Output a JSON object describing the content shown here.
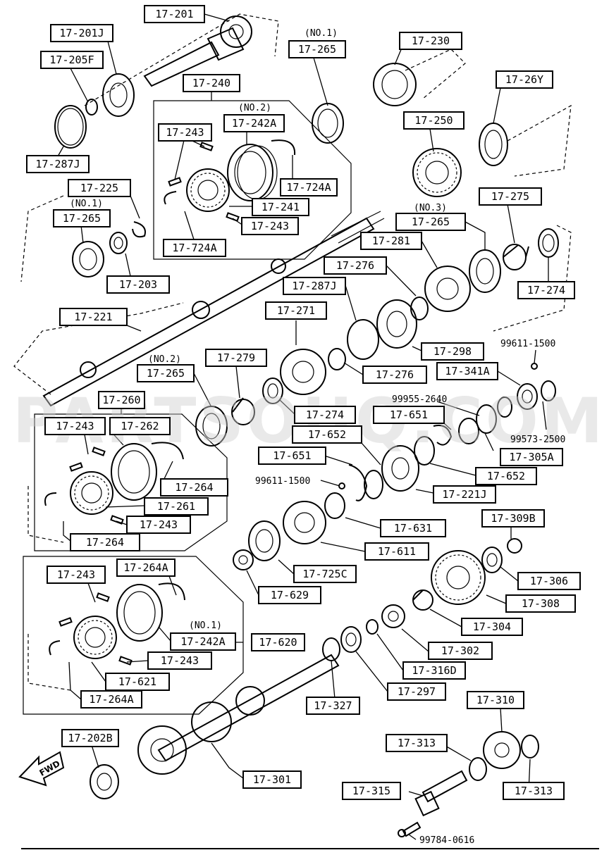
{
  "watermark": "PARTSOUQ.COM",
  "fwd_label": "FWD",
  "callouts": [
    {
      "id": "c17201",
      "text": "17-201"
    },
    {
      "id": "c17201J",
      "text": "17-201J"
    },
    {
      "id": "c17205F",
      "text": "17-205F"
    },
    {
      "id": "c17287J_a",
      "text": "17-287J"
    },
    {
      "id": "c17240",
      "text": "17-240"
    },
    {
      "id": "c17243_a",
      "text": "17-243"
    },
    {
      "id": "c17242A_a",
      "text": "17-242A"
    },
    {
      "id": "c17724A_a",
      "text": "17-724A"
    },
    {
      "id": "c17241",
      "text": "17-241"
    },
    {
      "id": "c17243_b",
      "text": "17-243"
    },
    {
      "id": "c17724A_b",
      "text": "17-724A"
    },
    {
      "id": "c17265_1",
      "text": "17-265"
    },
    {
      "id": "c17230",
      "text": "17-230"
    },
    {
      "id": "c1726Y",
      "text": "17-26Y"
    },
    {
      "id": "c17250",
      "text": "17-250"
    },
    {
      "id": "c17225",
      "text": "17-225"
    },
    {
      "id": "c17265_2",
      "text": "17-265"
    },
    {
      "id": "c17203",
      "text": "17-203"
    },
    {
      "id": "c17275",
      "text": "17-275"
    },
    {
      "id": "c17265_3",
      "text": "17-265"
    },
    {
      "id": "c17281",
      "text": "17-281"
    },
    {
      "id": "c17274_a",
      "text": "17-274"
    },
    {
      "id": "c17276_a",
      "text": "17-276"
    },
    {
      "id": "c17287J_b",
      "text": "17-287J"
    },
    {
      "id": "c17221",
      "text": "17-221"
    },
    {
      "id": "c17271",
      "text": "17-271"
    },
    {
      "id": "c17298",
      "text": "17-298"
    },
    {
      "id": "c17276_b",
      "text": "17-276"
    },
    {
      "id": "c17341A",
      "text": "17-341A"
    },
    {
      "id": "c17265_4",
      "text": "17-265"
    },
    {
      "id": "c17279",
      "text": "17-279"
    },
    {
      "id": "c17274_b",
      "text": "17-274"
    },
    {
      "id": "c17651_a",
      "text": "17-651"
    },
    {
      "id": "c17260",
      "text": "17-260"
    },
    {
      "id": "c17243_c",
      "text": "17-243"
    },
    {
      "id": "c17262",
      "text": "17-262"
    },
    {
      "id": "c17652_a",
      "text": "17-652"
    },
    {
      "id": "c17305A",
      "text": "17-305A"
    },
    {
      "id": "c17651_b",
      "text": "17-651"
    },
    {
      "id": "c17652_b",
      "text": "17-652"
    },
    {
      "id": "c17264_a",
      "text": "17-264"
    },
    {
      "id": "c17221J",
      "text": "17-221J"
    },
    {
      "id": "c17261",
      "text": "17-261"
    },
    {
      "id": "c17243_d",
      "text": "17-243"
    },
    {
      "id": "c17631",
      "text": "17-631"
    },
    {
      "id": "c17309B",
      "text": "17-309B"
    },
    {
      "id": "c17264_b",
      "text": "17-264"
    },
    {
      "id": "c17611",
      "text": "17-611"
    },
    {
      "id": "c17725C",
      "text": "17-725C"
    },
    {
      "id": "c17306",
      "text": "17-306"
    },
    {
      "id": "c17629",
      "text": "17-629"
    },
    {
      "id": "c17243_e",
      "text": "17-243"
    },
    {
      "id": "c17264A_a",
      "text": "17-264A"
    },
    {
      "id": "c17308",
      "text": "17-308"
    },
    {
      "id": "c17304",
      "text": "17-304"
    },
    {
      "id": "c17242A_b",
      "text": "17-242A"
    },
    {
      "id": "c17620",
      "text": "17-620"
    },
    {
      "id": "c17302",
      "text": "17-302"
    },
    {
      "id": "c17243_f",
      "text": "17-243"
    },
    {
      "id": "c17316D",
      "text": "17-316D"
    },
    {
      "id": "c17621",
      "text": "17-621"
    },
    {
      "id": "c17297",
      "text": "17-297"
    },
    {
      "id": "c17264A_b",
      "text": "17-264A"
    },
    {
      "id": "c17327",
      "text": "17-327"
    },
    {
      "id": "c17310",
      "text": "17-310"
    },
    {
      "id": "c17202B",
      "text": "17-202B"
    },
    {
      "id": "c17313_a",
      "text": "17-313"
    },
    {
      "id": "c17301",
      "text": "17-301"
    },
    {
      "id": "c17315",
      "text": "17-315"
    },
    {
      "id": "c17313_b",
      "text": "17-313"
    }
  ],
  "notes": [
    {
      "id": "n1",
      "text": "(NO.1)"
    },
    {
      "id": "n2",
      "text": "(NO.2)"
    },
    {
      "id": "n3",
      "text": "(NO.1)"
    },
    {
      "id": "n4",
      "text": "(NO.3)"
    },
    {
      "id": "n5",
      "text": "(NO.2)"
    },
    {
      "id": "n6",
      "text": "(NO.1)"
    }
  ],
  "plain_labels": [
    {
      "id": "p1",
      "text": "99611-1500"
    },
    {
      "id": "p2",
      "text": "99955-2640"
    },
    {
      "id": "p3",
      "text": "99573-2500"
    },
    {
      "id": "p4",
      "text": "99611-1500"
    },
    {
      "id": "p5",
      "text": "99784-0616"
    }
  ]
}
